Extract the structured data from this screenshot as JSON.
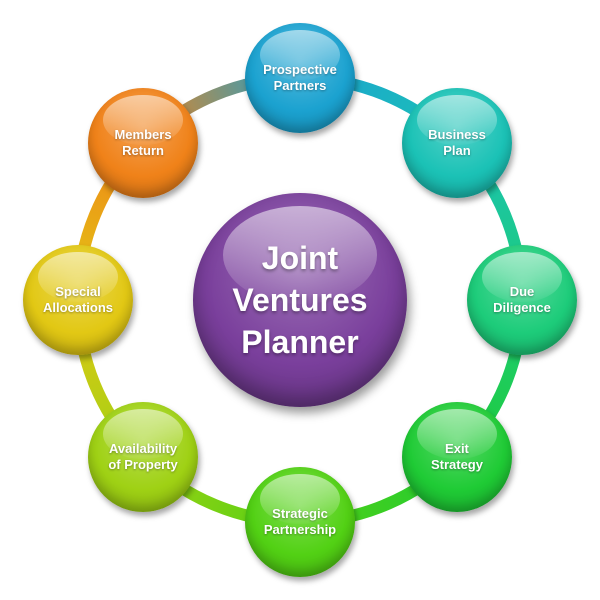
{
  "hub": {
    "lines": [
      "Joint",
      "Ventures",
      "Planner"
    ],
    "color": "#7a3f9c"
  },
  "nodes": [
    {
      "lines": [
        "Prospective",
        "Partners"
      ],
      "color": "#1ba2d0"
    },
    {
      "lines": [
        "Business",
        "Plan"
      ],
      "color": "#1bc2b6"
    },
    {
      "lines": [
        "Due",
        "Diligence"
      ],
      "color": "#1dcc7a"
    },
    {
      "lines": [
        "Exit",
        "Strategy"
      ],
      "color": "#1fcb35"
    },
    {
      "lines": [
        "Strategic",
        "Partnership"
      ],
      "color": "#52d114"
    },
    {
      "lines": [
        "Availability",
        "of Property"
      ],
      "color": "#9fd114"
    },
    {
      "lines": [
        "Special",
        "Allocations"
      ],
      "color": "#e2c814"
    },
    {
      "lines": [
        "Members",
        "Return"
      ],
      "color": "#f08219"
    }
  ]
}
